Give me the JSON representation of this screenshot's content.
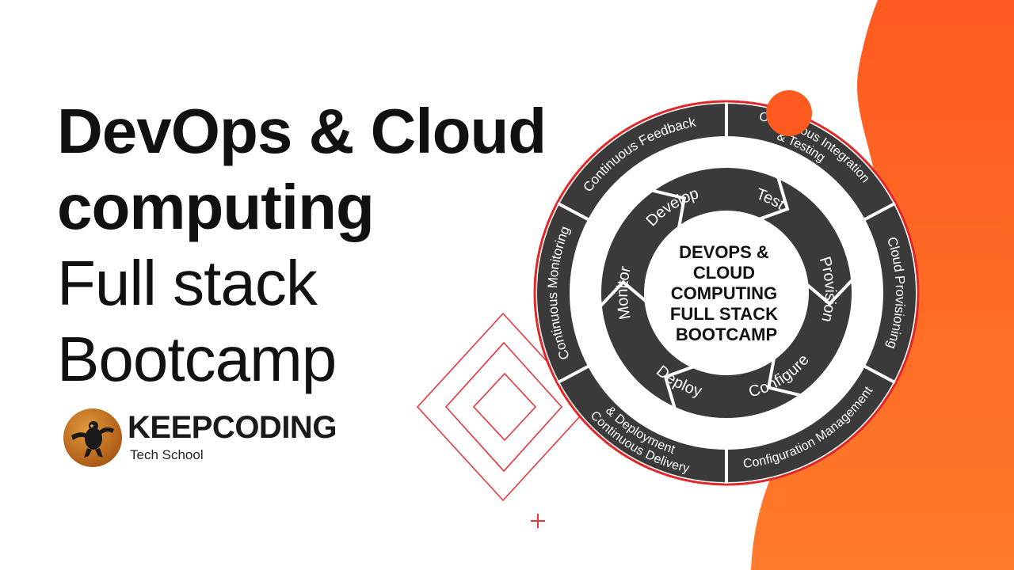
{
  "title": {
    "line1": "DevOps & Cloud",
    "line2": "computing",
    "line3": "Full stack",
    "line4": "Bootcamp"
  },
  "logo": {
    "name": "KEEPCODING",
    "tagline": "Tech School",
    "icon": "keepcoding-logo-icon"
  },
  "wheel": {
    "center": [
      "DEVOPS &",
      "CLOUD",
      "COMPUTING",
      "FULL STACK",
      "BOOTCAMP"
    ],
    "inner": [
      "Develop",
      "Test",
      "Provision",
      "Configure",
      "Deploy",
      "Monitor"
    ],
    "outer": [
      "Continuous Feedback",
      "Continuous Integration & Testing",
      "Cloud Provisioning",
      "Configuration Management",
      "Continuous Delivery & Deployment",
      "Continuous Monitoring"
    ]
  },
  "colors": {
    "accent": "#ff5a1f",
    "wheel_dark": "#3a3a3a",
    "outline_red": "#e02727",
    "title": "#111111"
  }
}
